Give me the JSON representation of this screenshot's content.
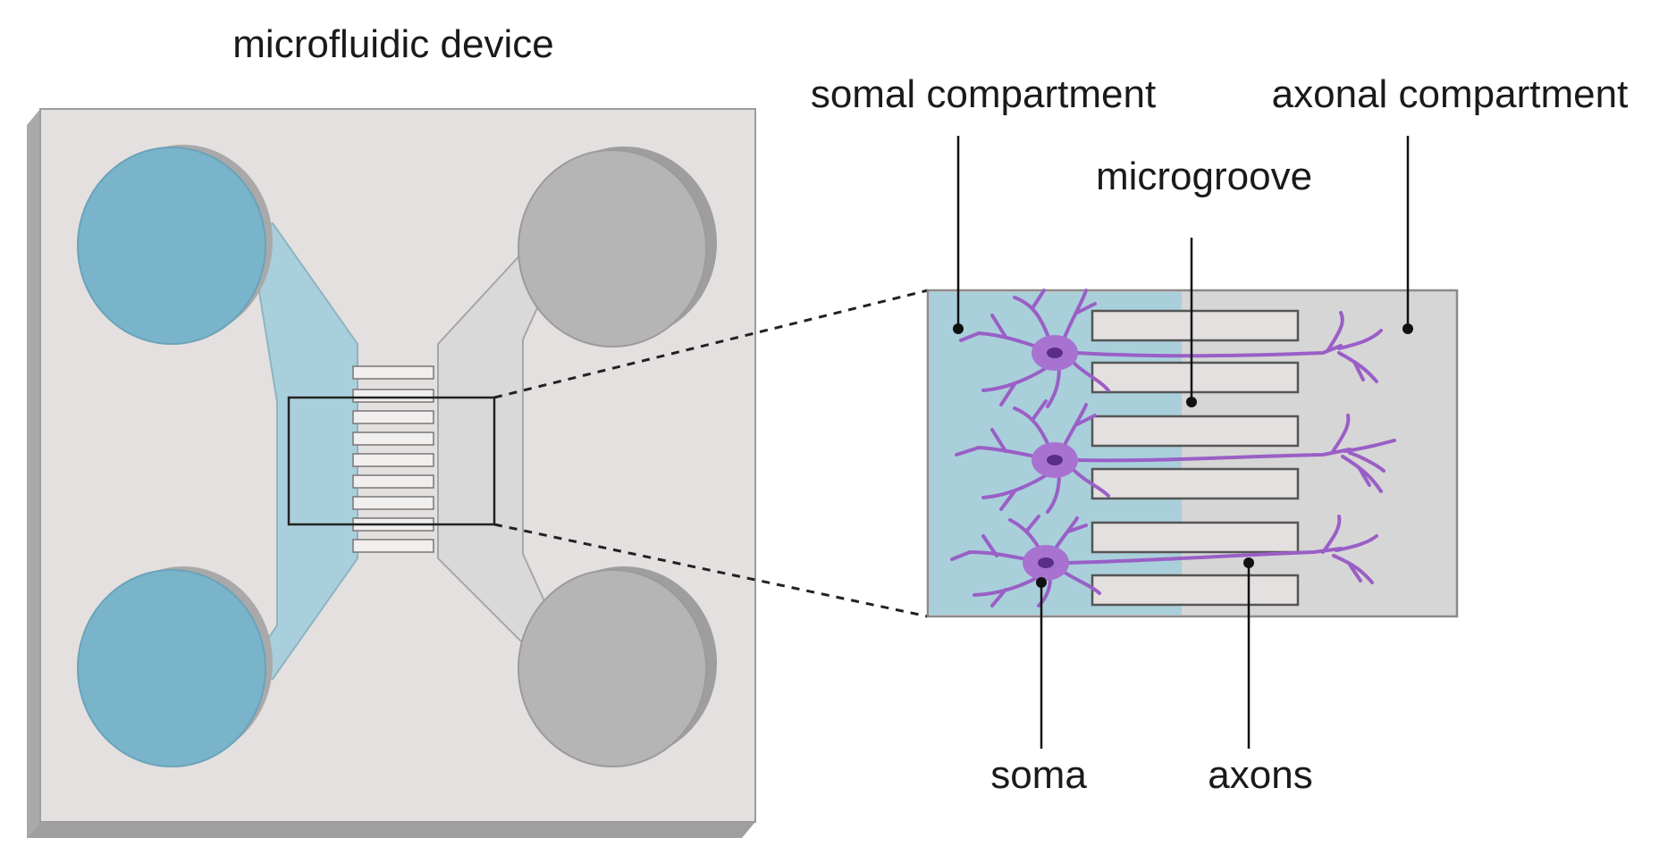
{
  "title": "microfluidic device",
  "labels": {
    "somal_compartment": "somal compartment",
    "axonal_compartment": "axonal compartment",
    "microgroove": "microgroove",
    "soma": "soma",
    "axons": "axons"
  },
  "colors": {
    "background": "#ffffff",
    "device_top": "#e4e0df",
    "device_side": "#b9b9b9",
    "blue_fill": "#79b4cb",
    "blue_light": "#a9cfdb",
    "grey_well": "#b5b5b5",
    "grey_light": "#d6d6d6",
    "neuron": "#9a5fc6",
    "nucleus": "#5a2e86"
  }
}
